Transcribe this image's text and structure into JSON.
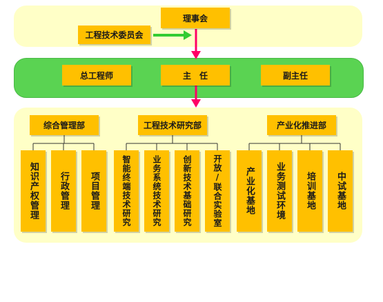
{
  "top": {
    "board": "理事会",
    "committee": "工程技术委员会"
  },
  "middle": {
    "left": "总工程师",
    "center": "主　任",
    "right": "副主任"
  },
  "departments": [
    {
      "name": "综合管理部",
      "units": [
        "知识产权管理",
        "行政管理",
        "项目管理"
      ]
    },
    {
      "name": "工程技术研究部",
      "units": [
        "智能终端技术研究",
        "业务系统技术研究",
        "创新技术基础研究",
        "开放/联合实验室"
      ]
    },
    {
      "name": "产业化推进部",
      "units": [
        "产业化基地",
        "业务测试环境",
        "培训基地",
        "中试基地"
      ]
    }
  ],
  "colors": {
    "box": "#ffc000",
    "top_panel": "#ffffc7",
    "middle_panel": "#5ad352",
    "bottom_panel": "#ffffc7",
    "arrow_down": "#ff0066",
    "arrow_right": "#33cc33"
  }
}
